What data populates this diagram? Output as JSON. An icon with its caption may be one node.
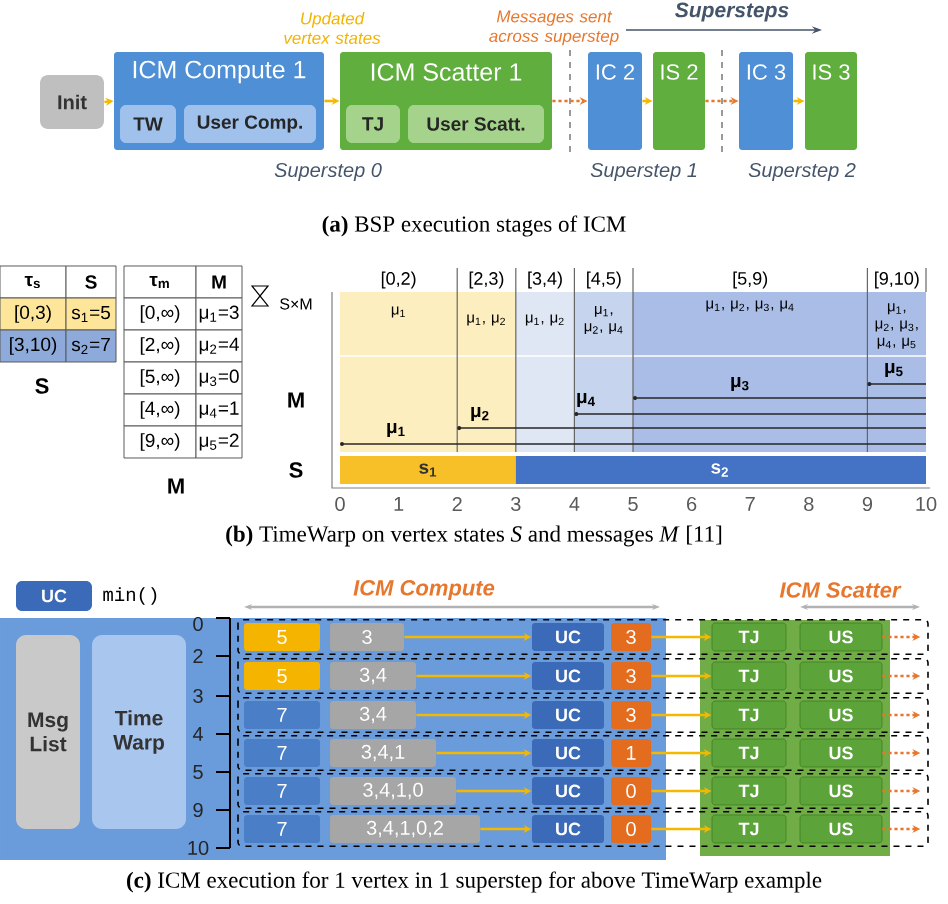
{
  "diagram": {
    "nodes": [
      {
        "text": [
          "Init"
        ]
      },
      {
        "text": [
          "ICM Compute 1"
        ]
      },
      {
        "text": [
          "TW"
        ],
        "in": 1
      },
      {
        "text": [
          "User Comp."
        ],
        "in": 1
      },
      {
        "text": [
          "ICM Scatter 1"
        ]
      },
      {
        "text": [
          "TJ"
        ],
        "in": 4
      },
      {
        "text": [
          "User Scatt."
        ],
        "in": 4
      },
      {
        "text": [
          "IC 2"
        ]
      },
      {
        "text": [
          "IS 2"
        ]
      },
      {
        "text": [
          "IC 3"
        ]
      },
      {
        "text": [
          "IS 3"
        ]
      },
      {
        "text": [
          "UC"
        ],
        "beside": [
          "min()"
        ]
      },
      {
        "text": [
          "Msg List"
        ]
      },
      {
        "text": [
          "Time Warp"
        ]
      },
      {
        "text": [
          "5"
        ]
      },
      {
        "text": [
          "3"
        ]
      },
      {
        "text": [
          "UC"
        ]
      },
      {
        "text": [
          "3"
        ]
      },
      {
        "text": [
          "TJ"
        ]
      },
      {
        "text": [
          "US"
        ]
      },
      {
        "text": [
          "5"
        ]
      },
      {
        "text": [
          "3,4"
        ]
      },
      {
        "text": [
          "UC"
        ]
      },
      {
        "text": [
          "3"
        ]
      },
      {
        "text": [
          "TJ"
        ]
      },
      {
        "text": [
          "US"
        ]
      },
      {
        "text": [
          "7"
        ]
      },
      {
        "text": [
          "3,4"
        ]
      },
      {
        "text": [
          "UC"
        ]
      },
      {
        "text": [
          "3"
        ]
      },
      {
        "text": [
          "TJ"
        ]
      },
      {
        "text": [
          "US"
        ]
      },
      {
        "text": [
          "7"
        ]
      },
      {
        "text": [
          "3,4,1"
        ]
      },
      {
        "text": [
          "UC"
        ]
      },
      {
        "text": [
          "1"
        ]
      },
      {
        "text": [
          "TJ"
        ]
      },
      {
        "text": [
          "US"
        ]
      },
      {
        "text": [
          "7"
        ]
      },
      {
        "text": [
          "3,4,1,0"
        ]
      },
      {
        "text": [
          "UC"
        ]
      },
      {
        "text": [
          "0"
        ]
      },
      {
        "text": [
          "TJ"
        ]
      },
      {
        "text": [
          "US"
        ]
      },
      {
        "text": [
          "7"
        ]
      },
      {
        "text": [
          "3,4,1,0,2"
        ]
      },
      {
        "text": [
          "UC"
        ]
      },
      {
        "text": [
          "0"
        ]
      },
      {
        "text": [
          "TJ"
        ]
      },
      {
        "text": [
          "US"
        ]
      }
    ],
    "edges": [
      {
        "from": 0,
        "to": 1,
        "arrow": "to"
      },
      {
        "from": 1,
        "to": 4,
        "arrow": "to"
      },
      {
        "from": 4,
        "to": 7,
        "arrow": "to",
        "style": "dashed",
        "color": "#e8772e"
      },
      {
        "from": 7,
        "to": 8,
        "arrow": "to"
      },
      {
        "from": 8,
        "to": 9,
        "arrow": "to",
        "style": "dashed",
        "color": "#e8772e"
      },
      {
        "from": 9,
        "to": 10,
        "arrow": "to"
      },
      {
        "from": 15,
        "to": 16,
        "arrow": "to"
      },
      {
        "from": 17,
        "to": 18,
        "arrow": "to"
      },
      {
        "from": 19,
        "to": null,
        "arrow": "to",
        "style": "dashed",
        "color": "#e8772e"
      },
      {
        "from": 21,
        "to": 22,
        "arrow": "to"
      },
      {
        "from": 23,
        "to": 24,
        "arrow": "to"
      },
      {
        "from": 25,
        "to": null,
        "arrow": "to",
        "style": "dashed",
        "color": "#e8772e"
      },
      {
        "from": 27,
        "to": 28,
        "arrow": "to"
      },
      {
        "from": 29,
        "to": 30,
        "arrow": "to"
      },
      {
        "from": 31,
        "to": null,
        "arrow": "to",
        "style": "dashed",
        "color": "#e8772e"
      },
      {
        "from": 33,
        "to": 34,
        "arrow": "to"
      },
      {
        "from": 35,
        "to": 36,
        "arrow": "to"
      },
      {
        "from": 37,
        "to": null,
        "arrow": "to",
        "style": "dashed",
        "color": "#e8772e"
      },
      {
        "from": 39,
        "to": 40,
        "arrow": "to"
      },
      {
        "from": 41,
        "to": 42,
        "arrow": "to"
      },
      {
        "from": 43,
        "to": null,
        "arrow": "to",
        "style": "dashed",
        "color": "#e8772e"
      },
      {
        "from": 45,
        "to": 46,
        "arrow": "to"
      },
      {
        "from": 47,
        "to": 48,
        "arrow": "to"
      },
      {
        "from": 49,
        "to": null,
        "arrow": "to",
        "style": "dashed",
        "color": "#e8772e"
      }
    ],
    "labels": [
      "Updated vertex states",
      "Messages sent across superstep",
      "Supersteps",
      "Superstep 0",
      "Superstep 1",
      "Superstep 2",
      "**(a)** BSP execution stages of ICM",
      "τ$_{s}$",
      "S",
      "[0,3)",
      "s$_{1}$=5",
      "[3,10)",
      "s$_{2}$=7",
      "S",
      "τ$_{m}$",
      "M",
      "[0,∞)",
      "μ$_{1}$=3",
      "[2,∞)",
      "μ$_{2}$=4",
      "[5,∞)",
      "μ$_{3}$=0",
      "[4,∞)",
      "μ$_{4}$=1",
      "[9,∞)",
      "μ$_{5}$=2",
      "M",
      "S×M",
      "[0,2)",
      "[2,3)",
      "[3,4)",
      "[4,5)",
      "[5,9)",
      "[9,10)",
      "μ$_{1}$",
      "μ$_{1}$, μ$_{2}$",
      "μ$_{1}$, μ$_{2}$",
      "μ$_{1}$, μ$_{2}$, μ$_{4}$",
      "μ$_{1}$, μ$_{2}$, μ$_{3}$, μ$_{4}$",
      "μ$_{1}$, μ$_{2}$, μ$_{3}$, μ$_{4}$, μ$_{5}$",
      "M",
      "S",
      "μ$_{5}$",
      "μ$_{3}$",
      "μ$_{4}$",
      "μ$_{2}$",
      "μ$_{1}$",
      "s$_{1}$",
      "s$_{2}$",
      "0",
      "1",
      "2",
      "3",
      "4",
      "5",
      "6",
      "7",
      "8",
      "9",
      "10",
      "**(b)** TimeWarp on vertex states *S* and messages *M* [11]",
      "ICM Compute",
      "ICM Scatter",
      "0",
      "2",
      "3",
      "4",
      "5",
      "9",
      "10",
      "**(c)** ICM execution for 1 vertex in 1 superstep for above TimeWarp example"
    ]
  }
}
